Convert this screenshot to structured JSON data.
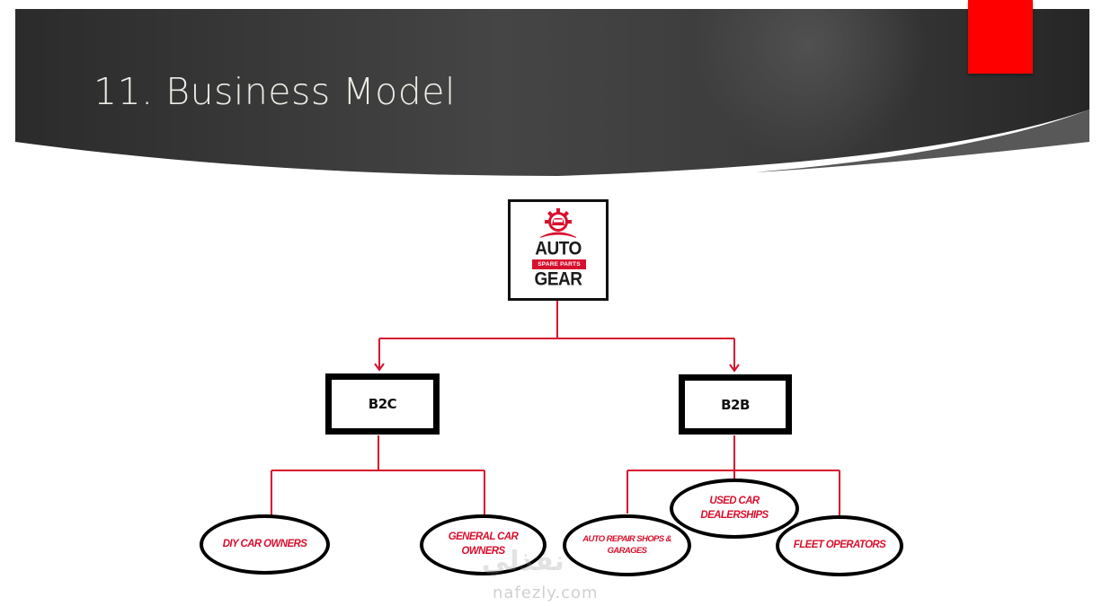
{
  "slide": {
    "title": "11. Business Model",
    "accent_color": "#ff0000",
    "header_color": "#3a3a3a",
    "connector_color": "#d8102e"
  },
  "logo": {
    "line1": "AUTO",
    "band": "SPARE PARTS",
    "line2": "GEAR",
    "icon": "car-gear-icon"
  },
  "categories": [
    {
      "label": "B2C",
      "segments": [
        "DIY CAR OWNERS",
        "GENERAL CAR OWNERS"
      ]
    },
    {
      "label": "B2B",
      "segments": [
        "AUTO REPAIR SHOPS & GARAGES",
        "USED CAR DEALERSHIPS",
        "FLEET OPERATORS"
      ]
    }
  ],
  "watermark": {
    "logo_text": "نفذلي",
    "site": "nafezly.com"
  }
}
